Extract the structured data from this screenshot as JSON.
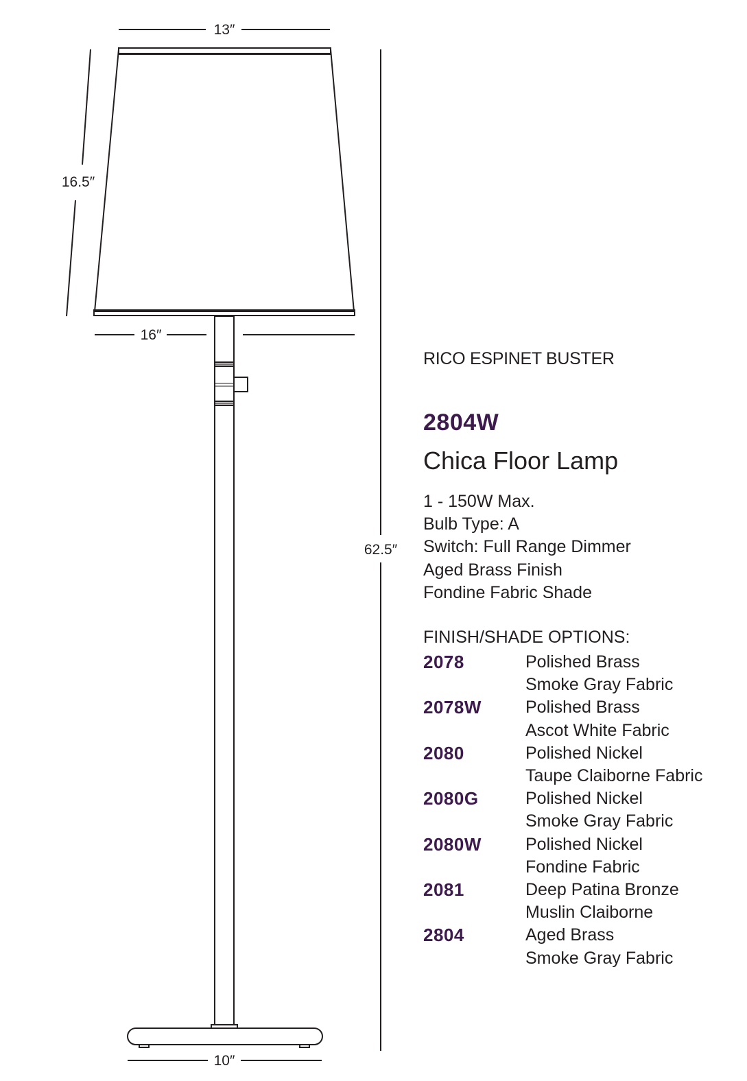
{
  "dimensions": {
    "shade_top_width": "13″",
    "shade_height": "16.5″",
    "shade_bottom_width": "16″",
    "overall_height": "62.5″",
    "base_width": "10″"
  },
  "designer": "RICO ESPINET BUSTER",
  "model_number": "2804W",
  "product_name": "Chica Floor Lamp",
  "specs": [
    "1 - 150W Max.",
    "Bulb Type: A",
    "Switch: Full Range Dimmer",
    "Aged Brass Finish",
    "Fondine Fabric Shade"
  ],
  "options_heading": "FINISH/SHADE OPTIONS:",
  "options": [
    {
      "code": "2078",
      "finish": "Polished Brass",
      "shade": "Smoke Gray Fabric"
    },
    {
      "code": "2078W",
      "finish": "Polished Brass",
      "shade": "Ascot White Fabric"
    },
    {
      "code": "2080",
      "finish": "Polished Nickel",
      "shade": "Taupe Claiborne Fabric"
    },
    {
      "code": "2080G",
      "finish": "Polished Nickel",
      "shade": "Smoke Gray Fabric"
    },
    {
      "code": "2080W",
      "finish": "Polished Nickel",
      "shade": "Fondine Fabric"
    },
    {
      "code": "2081",
      "finish": "Deep Patina Bronze",
      "shade": "Muslin Claiborne"
    },
    {
      "code": "2804",
      "finish": "Aged Brass",
      "shade": "Smoke Gray Fabric"
    }
  ],
  "colors": {
    "accent": "#3d1a4c",
    "text": "#231f20"
  }
}
